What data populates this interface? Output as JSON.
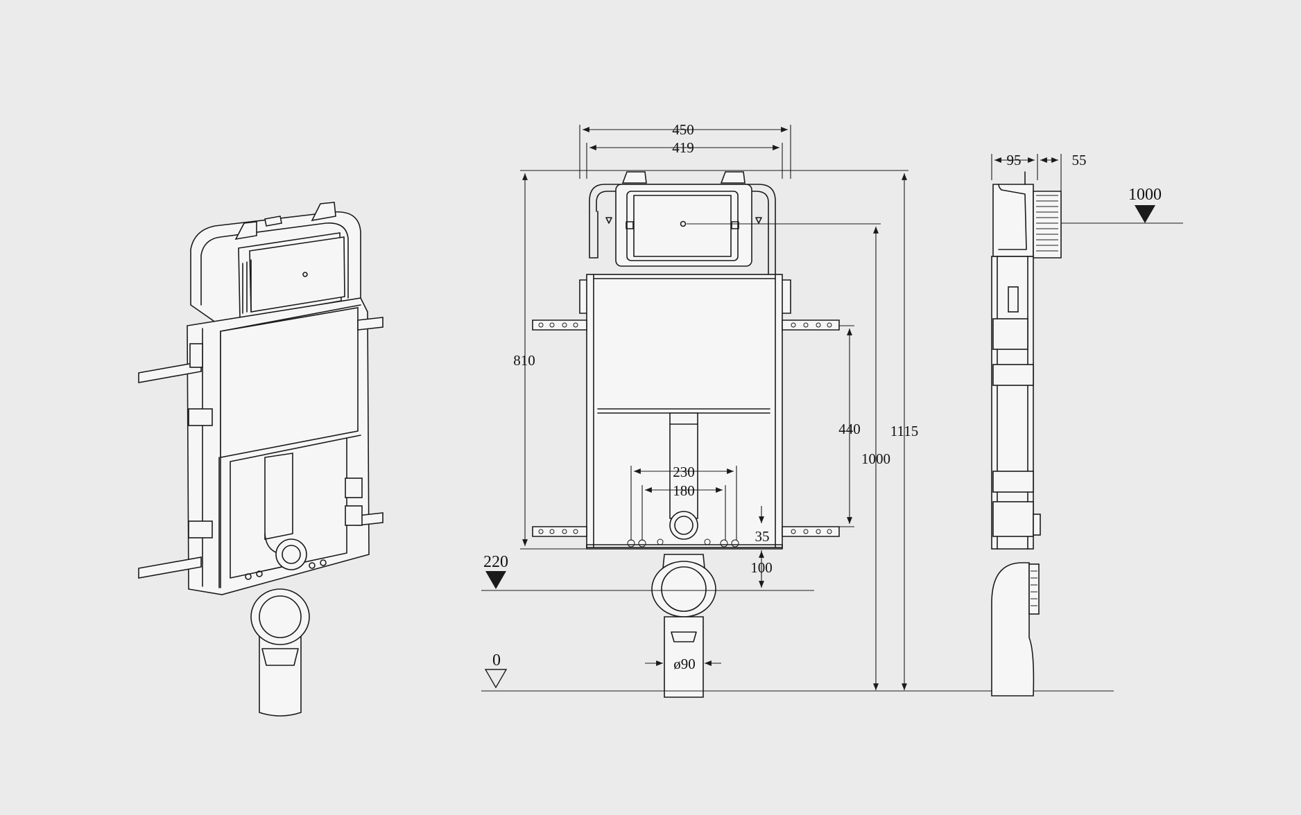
{
  "dimensions": {
    "width_outer": "450",
    "width_inner": "419",
    "height_810": "810",
    "height_440": "440",
    "height_1000": "1000",
    "height_1115": "1115",
    "spacing_230": "230",
    "spacing_180": "180",
    "offset_35": "35",
    "offset_100": "100",
    "pipe_diameter": "ø90",
    "side_depth_95": "95",
    "side_depth_55": "55"
  },
  "levels": {
    "level_1000": "1000",
    "level_220": "220",
    "level_0": "0"
  },
  "colors": {
    "background": "#ebebeb",
    "line": "#1a1a1a"
  }
}
